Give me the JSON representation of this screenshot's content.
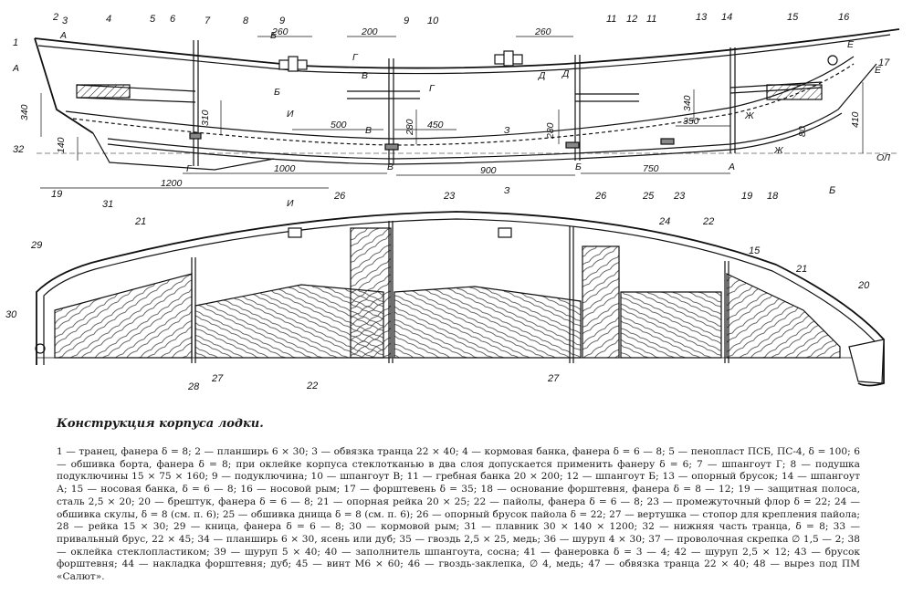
{
  "caption": "Конструкция корпуса лодки.",
  "legend": "1 — транец, фанера δ = 8; 2 — планширь 6 × 30; 3 — обвязка транца 22 × 40; 4 — кормовая банка, фанера δ = 6 — 8; 5 — пенопласт ПСБ, ПС-4, δ = 100; 6 — обшивка борта, фанера δ = 8; при оклейке корпуса стеклотканью в два слоя допускается применить фанеру δ = 6; 7 — шпангоут Г; 8 — подушка подуключины 15 × 75 × 160; 9 — подуключина; 10 — шпангоут В; 11 — гребная банка 20 × 200; 12 — шпангоут Б; 13 — опорный брусок; 14 — шпангоут А; 15 — носовая банка, δ = 6 — 8; 16 — носовой рым; 17 — форштевень δ = 35; 18 — основание форштевня, фанера δ = 8 — 12; 19 — защитная полоса, сталь 2,5 × 20; 20 — брештук, фанера δ = 6 — 8; 21 — опорная рейка 20 × 25; 22 — пайолы, фанера δ = 6 — 8; 23 — промежуточный флор δ = 22; 24 — обшивка скулы, δ = 8 (см. п. 6); 25 — обшивка днища δ = 8 (см. п. 6); 26 — опорный брусок пайола δ = 22; 27 — вертушка — стопор для крепления пайола; 28 — рейка 15 × 30; 29 — кница, фанера δ = 6 — 8; 30 — кормовой рым; 31 — плавник 30 × 140 × 1200; 32 — нижняя часть транца, δ = 8; 33 — привальный брус, 22 × 45; 34 — планширь 6 × 30, ясень или дуб; 35 — гвоздь 2,5 × 25, медь; 36 — шуруп 4 × 30; 37 — проволочная скрепка ∅ 1,5 — 2; 38 — оклейка стеклопластиком; 39 — шуруп 5 × 40; 40 — заполнитель шпангоута, сосна; 41 — фанеровка δ = 3 — 4; 42 — шуруп 2,5 × 12; 43 — брусок форштевня; 44 — накладка форштевня; дуб; 45 — винт М6 × 60; 46 — гвоздь-заклепка, ∅ 4, медь; 47 — обвязка транца 22 × 40; 48 — вырез под ПМ «Салют».",
  "part_numbers": {
    "top_side": [
      "1",
      "2",
      "3",
      "4",
      "5",
      "6",
      "7",
      "8",
      "9",
      "9",
      "10",
      "11",
      "12",
      "11",
      "13",
      "14",
      "15",
      "16",
      "17"
    ],
    "bottom_side": [
      "32",
      "19",
      "31",
      "26",
      "23",
      "26",
      "25",
      "23",
      "19",
      "18",
      "Б"
    ],
    "plan": [
      "29",
      "30",
      "21",
      "28",
      "27",
      "22",
      "27",
      "24",
      "22",
      "15",
      "21",
      "20"
    ]
  },
  "dimensions": {
    "top": [
      "260",
      "200",
      "260"
    ],
    "middle": [
      "500",
      "450",
      "350"
    ],
    "lower": [
      "1000",
      "900",
      "750",
      "1200"
    ],
    "vertical": [
      "340",
      "310",
      "140",
      "280",
      "280",
      "340",
      "410",
      "80"
    ]
  },
  "section_marks": {
    "letters": [
      "А",
      "А",
      "Б",
      "Б",
      "Г",
      "Г",
      "В",
      "В",
      "Д",
      "Д",
      "Е",
      "Е",
      "И",
      "И",
      "Ж",
      "Ж",
      "З",
      "З",
      "Г",
      "В",
      "Б",
      "А"
    ],
    "waterline": "ОЛ"
  }
}
